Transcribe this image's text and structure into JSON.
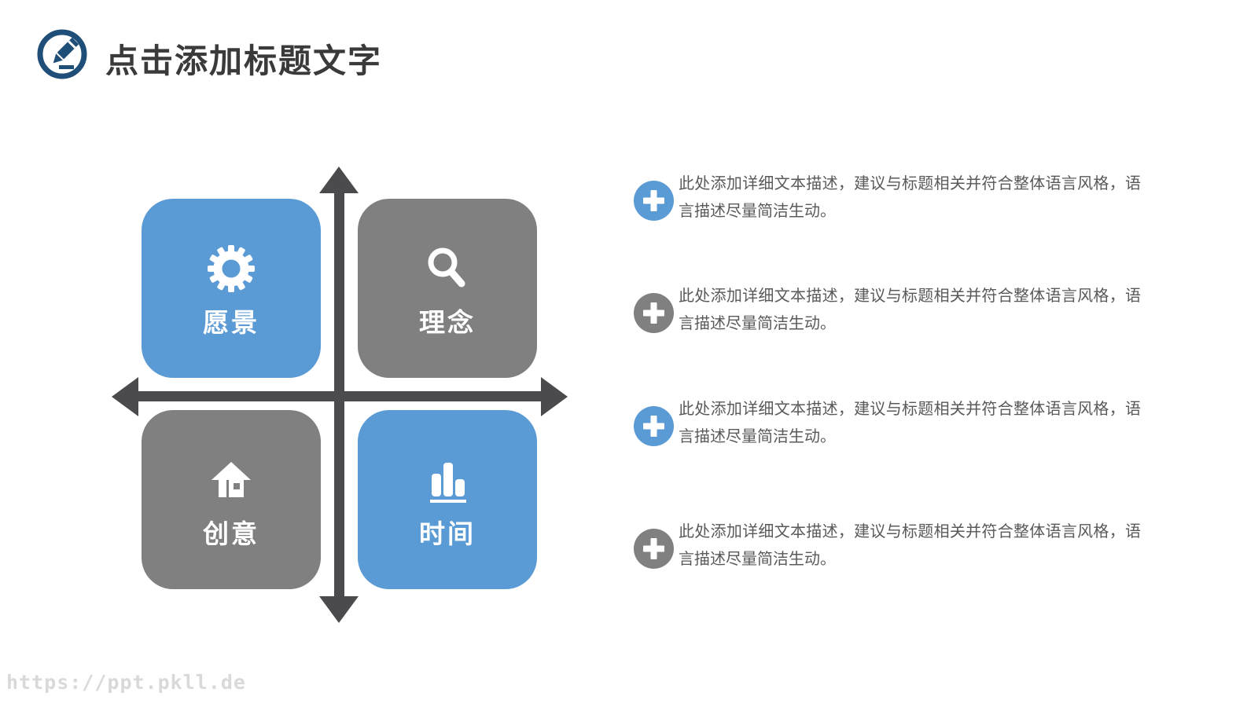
{
  "header": {
    "title": "点击添加标题文字",
    "icon": "pencil-badge-icon",
    "title_color": "#3A3A3A",
    "badge_color": "#1F4E79"
  },
  "quadrant": {
    "axis_color": "#4B4B4D",
    "items": [
      {
        "label": "愿景",
        "icon": "gear-icon",
        "color": "#5B9BD5",
        "position": "top-left"
      },
      {
        "label": "理念",
        "icon": "search-icon",
        "color": "#808080",
        "position": "top-right"
      },
      {
        "label": "创意",
        "icon": "home-icon",
        "color": "#808080",
        "position": "bottom-left"
      },
      {
        "label": "时间",
        "icon": "bar-chart-icon",
        "color": "#5B9BD5",
        "position": "bottom-right"
      }
    ]
  },
  "bullets": {
    "items": [
      {
        "icon": "plus-icon",
        "icon_color": "#5B9BD5",
        "text": "此处添加详细文本描述，建议与标题相关并符合整体语言风格，语言描述尽量简洁生动。"
      },
      {
        "icon": "plus-icon",
        "icon_color": "#808080",
        "text": "此处添加详细文本描述，建议与标题相关并符合整体语言风格，语言描述尽量简洁生动。"
      },
      {
        "icon": "plus-icon",
        "icon_color": "#5B9BD5",
        "text": "此处添加详细文本描述，建议与标题相关并符合整体语言风格，语言描述尽量简洁生动。"
      },
      {
        "icon": "plus-icon",
        "icon_color": "#808080",
        "text": "此处添加详细文本描述，建议与标题相关并符合整体语言风格，语言描述尽量简洁生动。"
      }
    ]
  },
  "watermark": {
    "text": "https://ppt.pkll.de"
  },
  "colors": {
    "accent_blue": "#5B9BD5",
    "accent_gray": "#808080",
    "axis": "#4B4B4D",
    "body_text": "#595959",
    "badge_navy": "#1F4E79",
    "watermark": "#D9D9D9"
  }
}
